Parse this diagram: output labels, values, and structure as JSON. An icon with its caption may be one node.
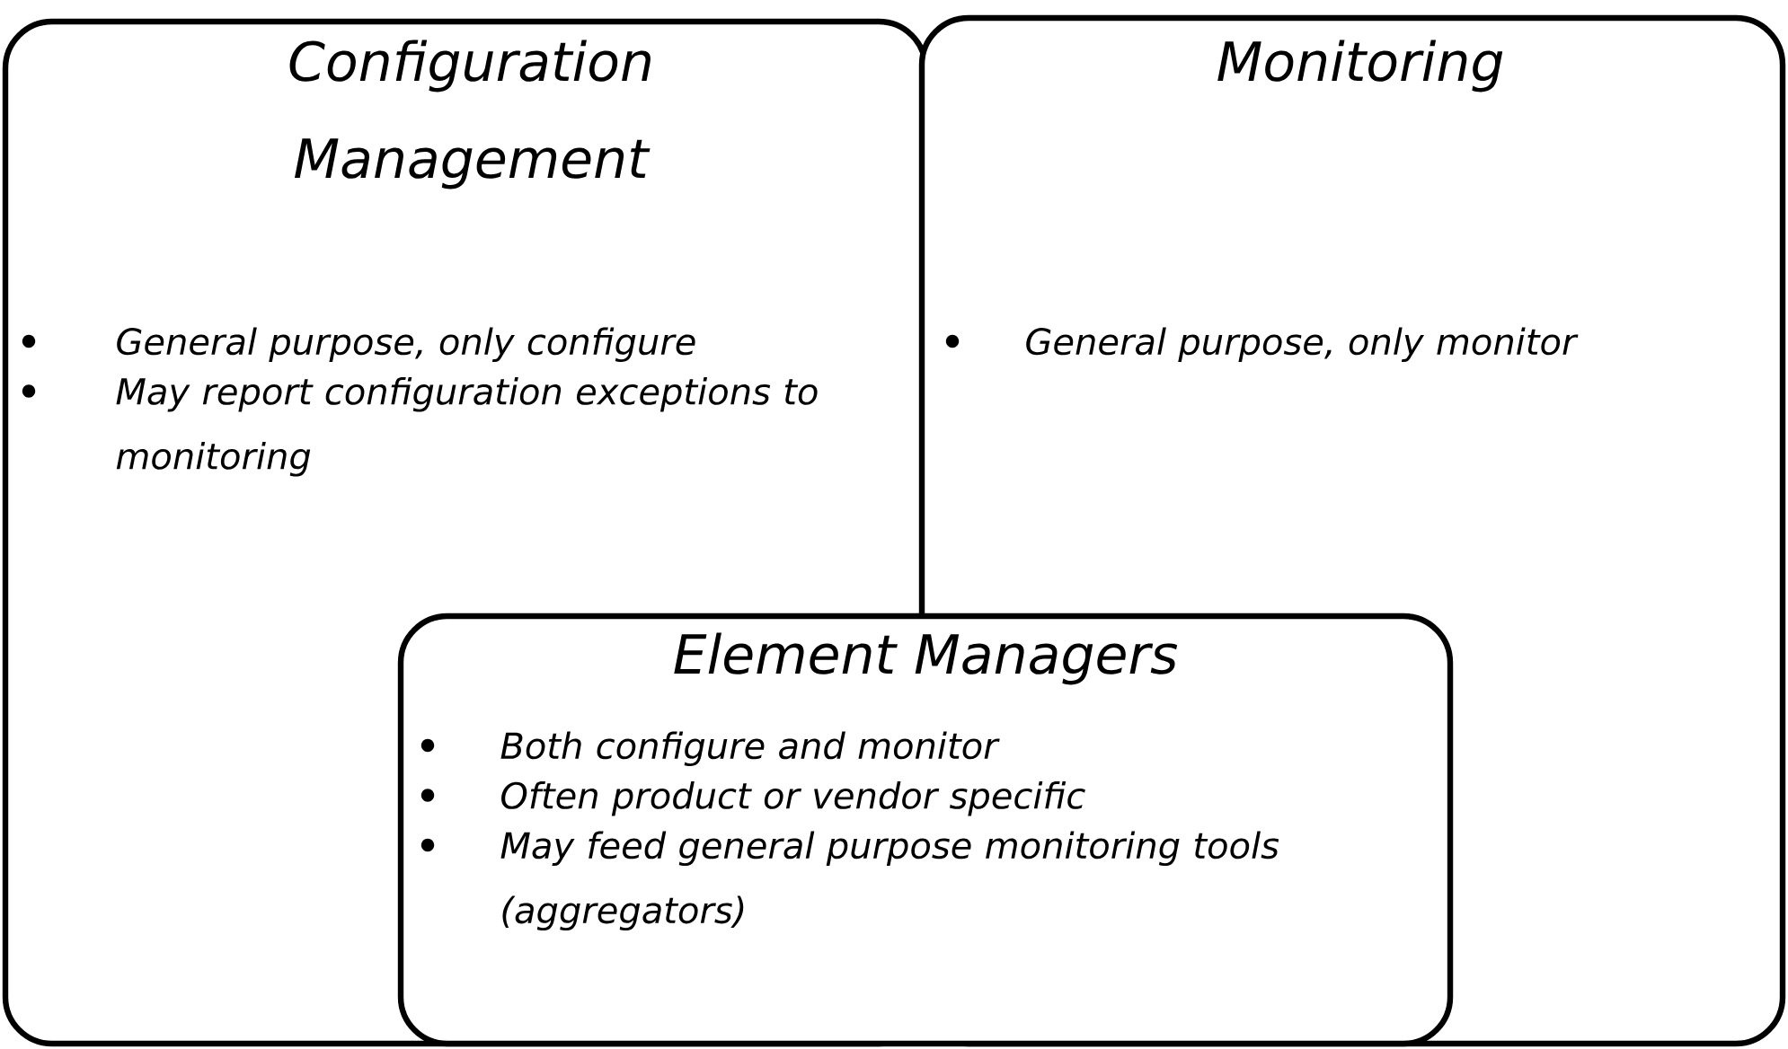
{
  "diagram": {
    "nodes": [
      {
        "text": [
          "Configuration Management",
          "General purpose, only configure",
          "May report configuration exceptions to monitoring"
        ]
      },
      {
        "text": [
          "Monitoring",
          "General purpose, only monitor"
        ]
      },
      {
        "text": [
          "Element Managers",
          "Both configure and monitor",
          "Often product or vendor specific",
          "May feed general purpose monitoring tools (aggregators)"
        ]
      }
    ]
  }
}
